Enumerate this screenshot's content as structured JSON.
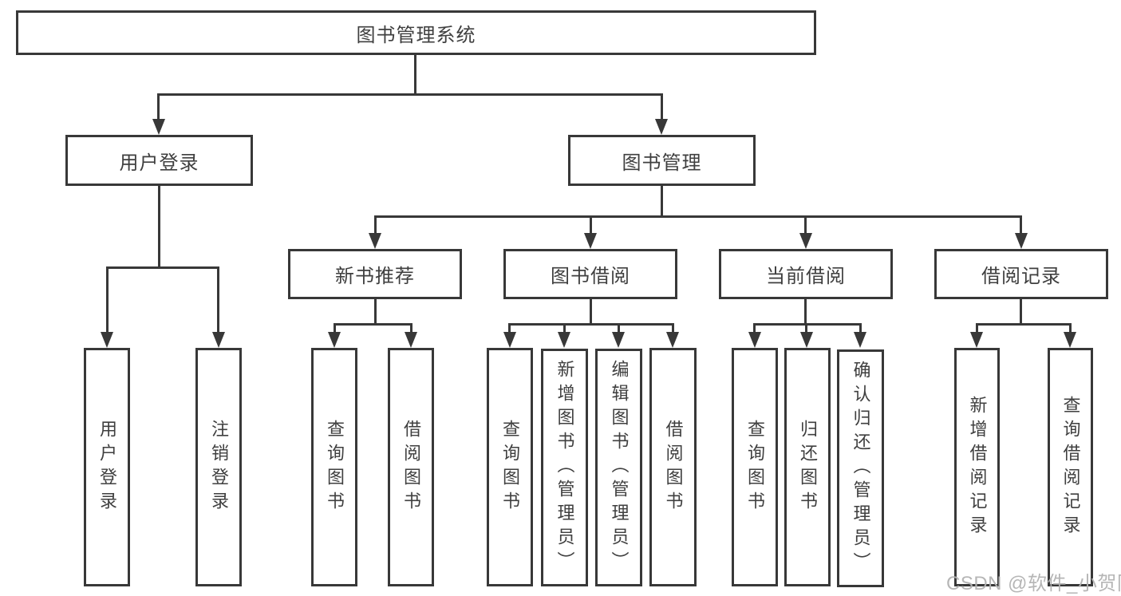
{
  "colors": {
    "line": "#383838",
    "box_border": "#383838",
    "text": "#3f3f3f",
    "background": "#ffffff",
    "watermark": "#b2b2b2"
  },
  "watermark": {
    "text": "CSDN @软件_小贺同学"
  },
  "tree": {
    "root": {
      "label": "图书管理系统"
    },
    "user_login": {
      "label": "用户登录",
      "children": {
        "login": {
          "label": "用户登录"
        },
        "logout": {
          "label": "注销登录"
        }
      }
    },
    "book_management": {
      "label": "图书管理",
      "sections": {
        "new_book_recommend": {
          "label": "新书推荐",
          "children": {
            "query_book": {
              "label": "查询图书"
            },
            "borrow_book": {
              "label": "借阅图书"
            }
          }
        },
        "book_borrowing": {
          "label": "图书借阅",
          "children": {
            "query_book": {
              "label": "查询图书"
            },
            "add_book_admin": {
              "label": "新增图书（管理员）"
            },
            "edit_book_admin": {
              "label": "编辑图书（管理员）"
            },
            "borrow_book": {
              "label": "借阅图书"
            }
          }
        },
        "current_borrowing": {
          "label": "当前借阅",
          "children": {
            "query_book": {
              "label": "查询图书"
            },
            "return_book": {
              "label": "归还图书"
            },
            "confirm_return_admin": {
              "label": "确认归还（管理员）"
            }
          }
        },
        "borrowing_records": {
          "label": "借阅记录",
          "children": {
            "add_record": {
              "label": "新增借阅记录"
            },
            "query_record": {
              "label": "查询借阅记录"
            }
          }
        }
      }
    }
  }
}
